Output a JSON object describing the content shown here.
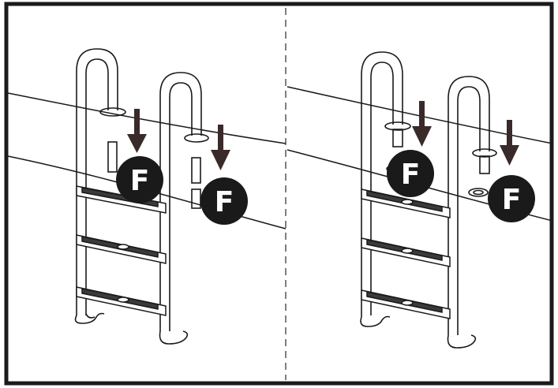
{
  "panels": [
    {
      "name": "left",
      "callouts": [
        {
          "label": "F"
        },
        {
          "label": "F"
        }
      ]
    },
    {
      "name": "right",
      "callouts": [
        {
          "label": "F"
        },
        {
          "label": "F"
        }
      ]
    }
  ],
  "colors": {
    "line": "#1a1a1a",
    "badge_fill": "#1a1a1a",
    "badge_text": "#ffffff",
    "arrow_fill": "#3a2a2a",
    "divider": "#555555"
  },
  "icons": [
    "ladder-rail-icon",
    "down-arrow-icon",
    "f-badge-icon"
  ]
}
